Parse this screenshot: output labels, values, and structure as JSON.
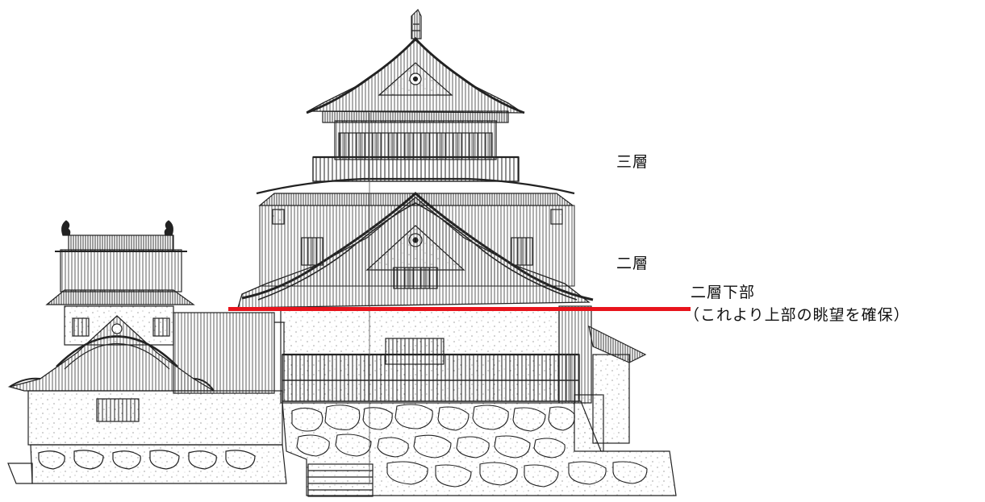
{
  "labels": {
    "third_floor": "三層",
    "second_floor": "二層",
    "second_floor_lower": "二層下部",
    "view_note": "（これより上部の眺望を確保）"
  },
  "colors": {
    "ink": "#222222",
    "cut_line": "#e8141c",
    "paper": "#ffffff"
  }
}
